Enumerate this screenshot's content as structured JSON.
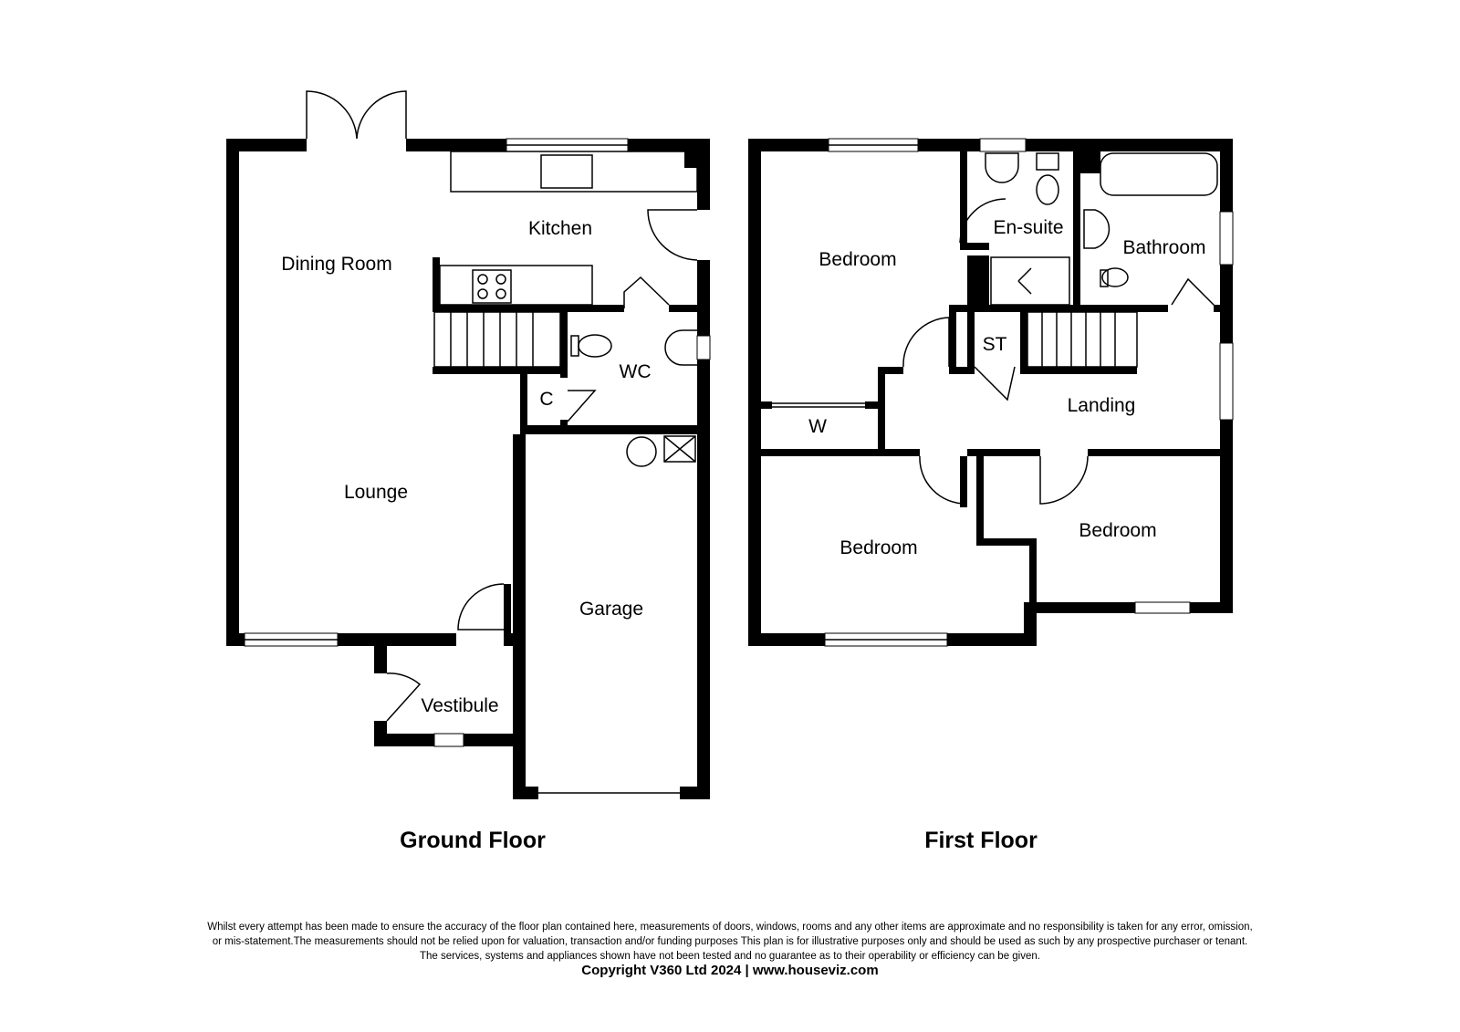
{
  "ground_floor": {
    "title": "Ground Floor",
    "rooms": {
      "dining_room": "Dining Room",
      "kitchen": "Kitchen",
      "wc": "WC",
      "cupboard": "C",
      "lounge": "Lounge",
      "garage": "Garage",
      "vestibule": "Vestibule"
    }
  },
  "first_floor": {
    "title": "First Floor",
    "rooms": {
      "bedroom1": "Bedroom",
      "ensuite": "En-suite",
      "bathroom": "Bathroom",
      "store": "ST",
      "wardrobe": "W",
      "landing": "Landing",
      "bedroom2": "Bedroom",
      "bedroom3": "Bedroom"
    }
  },
  "disclaimer": {
    "line1": "Whilst every attempt has been made to ensure the accuracy of the floor plan contained here, measurements of doors, windows, rooms and any other items are approximate and no responsibility is taken for any error, omission,",
    "line2": "or mis-statement.The measurements should not be relied upon for valuation, transaction and/or funding purposes This plan is for illustrative purposes only and should be used as such by any prospective purchaser or tenant.",
    "line3": "The services, systems and appliances shown have not been tested and no guarantee as to their operability or efficiency can be given.",
    "copyright": "Copyright V360 Ltd 2024 | www.houseviz.com"
  }
}
